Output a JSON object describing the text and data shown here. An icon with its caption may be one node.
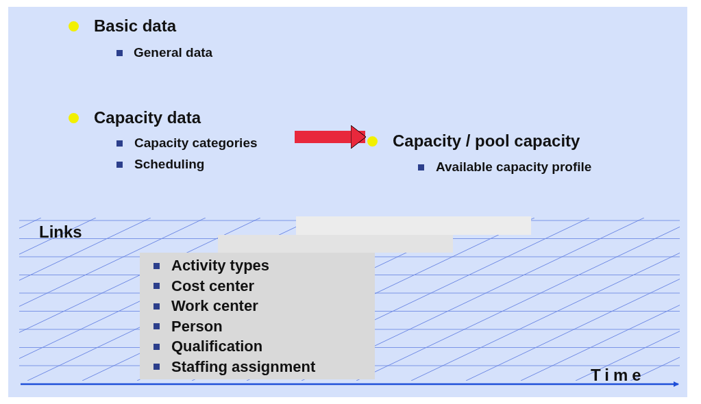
{
  "diagram": {
    "nodes": [
      {
        "text": [
          "Capacity data",
          "Capacity categories",
          "Scheduling"
        ]
      },
      {
        "text": [
          "Capacity / pool capacity",
          "Available capacity profile"
        ]
      },
      {
        "text": [],
        "shape": "box"
      },
      {
        "text": [],
        "shape": "box"
      },
      {
        "text": [
          "Activity types",
          "Cost center",
          "Work center",
          "Person",
          "Qualification",
          "Staffing assignment"
        ]
      }
    ],
    "edges": [
      {
        "from": 0,
        "to": 1,
        "arrow": "to",
        "color": "#e8283c"
      }
    ],
    "labels": [
      "Basic data",
      "General data",
      "Links",
      "Time"
    ]
  }
}
